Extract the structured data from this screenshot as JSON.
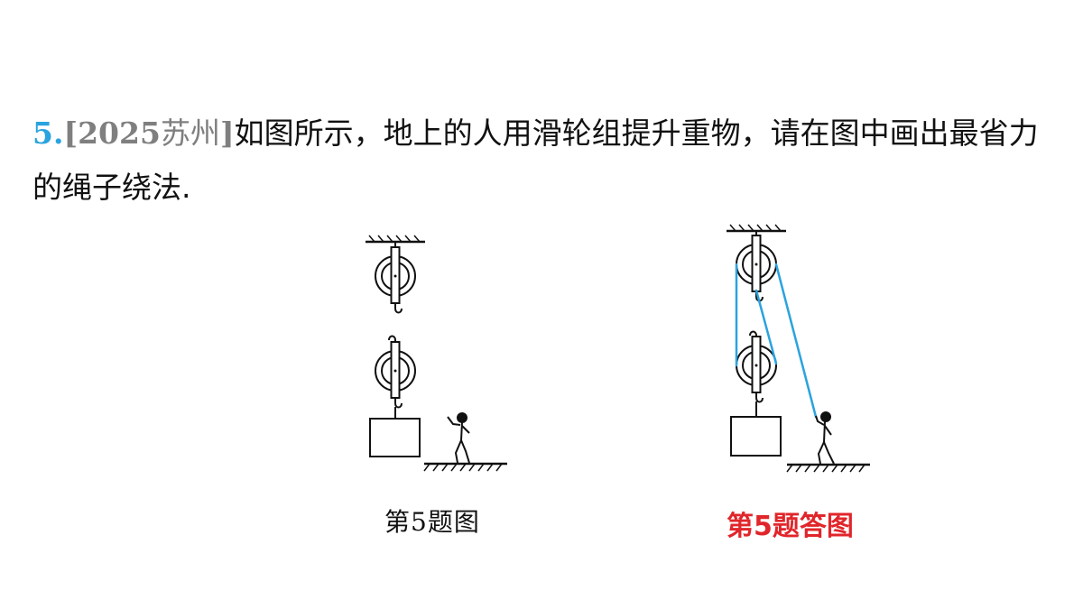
{
  "question": {
    "number": "5.",
    "source_open": "[",
    "source_year": "2025",
    "source_city": "苏州",
    "source_close": "]",
    "text": "如图所示，地上的人用滑轮组提升重物，请在图中画出最省力的绳子绕法."
  },
  "figures": {
    "question_caption": "第5题图",
    "answer_caption": "第5题答图"
  },
  "colors": {
    "rope": "#2aa3df",
    "answer_caption": "#e0262b",
    "number": "#2aa3df",
    "source": "#7f7f7f"
  }
}
